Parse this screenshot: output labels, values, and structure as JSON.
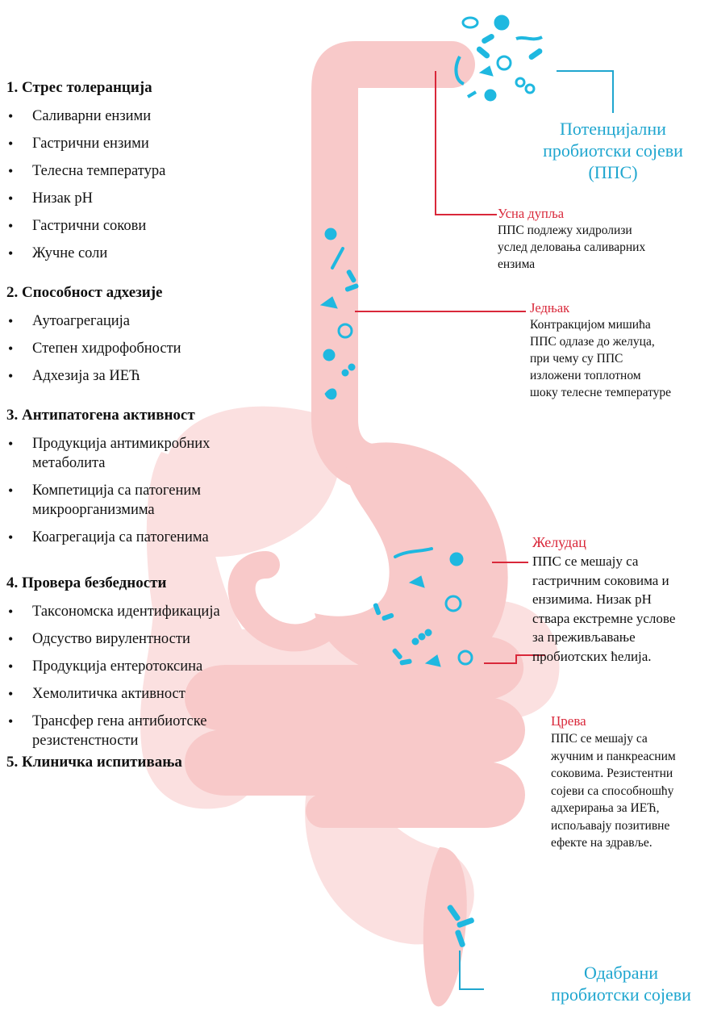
{
  "criteria": [
    {
      "title": "1. Стрес толеранција",
      "items": [
        "Саливарни ензими",
        "Гастрични ензими",
        "Телесна температура",
        "Низак pH",
        "Гастрични сокови",
        "Жучне соли"
      ]
    },
    {
      "title": "2. Способност адхезије",
      "items": [
        "Аутоагрегација",
        "Степен хидрофобности",
        "Адхезија за ИЕЋ"
      ]
    },
    {
      "title": "3. Антипатогена активност",
      "items": [
        "Продукција антимикробних метаболита",
        "Компетиција са патогеним микроорганизмима",
        "Коагрегација са патогенима"
      ]
    },
    {
      "title": "4. Провера безбедности",
      "items": [
        "Таксономска идентификација",
        "Одсуство вирулентности",
        "Продукција ентеротоксина",
        "Хемолитичка активност",
        "Трансфер гена антибиотске резистенстности"
      ]
    },
    {
      "title": "5. Клиничка испитивања",
      "items": []
    }
  ],
  "potential_strains": {
    "line1": "Потенцијални",
    "line2": "пробиотски сојеви",
    "line3": "(ППС)"
  },
  "selected_strains": {
    "line1": "Одабрани",
    "line2": "пробиотски сојеви"
  },
  "callouts": {
    "mouth": {
      "title": "Усна дупља",
      "lines": [
        "ППС подлежу хидролизи",
        "услед деловања саливарних",
        "ензима"
      ]
    },
    "esophagus": {
      "title": "Једњак",
      "lines": [
        "Контракцијом мишића",
        "ППС одлазе до желуца,",
        "при чему су ППС",
        "изложени топлотном",
        "шоку телесне температуре"
      ]
    },
    "stomach": {
      "title": "Желудац",
      "lines": [
        "ППС се мешају са",
        "гастричним соковима и",
        "ензимима. Низак pH",
        "ствара екстремне услове",
        "за преживљавање",
        "пробиотских ћелија."
      ]
    },
    "intestine": {
      "title": "Црева",
      "lines": [
        "ППС се мешају са",
        "жучним и панкреасним",
        "соковима. Резистентни",
        "сојеви са способношћу",
        "адхерирања за ИЕЋ,",
        "испољавају позитивне",
        "ефекте на здравље."
      ]
    }
  },
  "colors": {
    "organ": "#f8c9c9",
    "organ_light": "#fbe0e0",
    "microbe": "#1fb8e0",
    "leader_red": "#d9283a",
    "leader_cyan": "#1fa6cf"
  }
}
